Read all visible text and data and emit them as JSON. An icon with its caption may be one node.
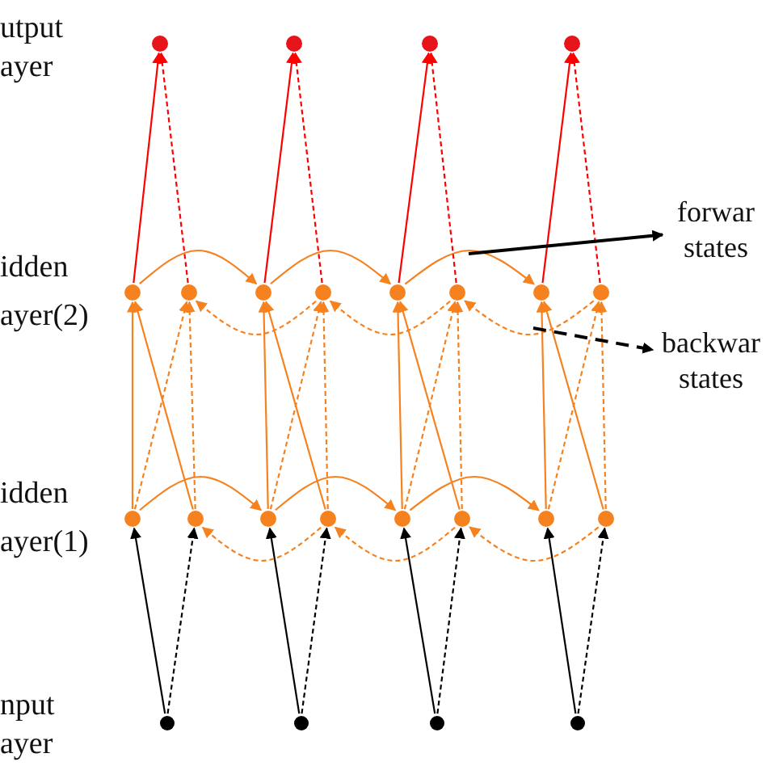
{
  "diagram": {
    "nodes": [
      {
        "text": [],
        "shape": "circle"
      },
      {
        "text": [],
        "shape": "circle"
      },
      {
        "text": [],
        "shape": "circle"
      },
      {
        "text": [],
        "shape": "circle"
      },
      {
        "text": [
          "forwar states"
        ]
      },
      {
        "text": [],
        "shape": "circle"
      },
      {
        "text": [],
        "shape": "circle"
      },
      {
        "text": [],
        "shape": "circle"
      },
      {
        "text": [],
        "shape": "circle"
      },
      {
        "text": [],
        "shape": "circle"
      },
      {
        "text": [],
        "shape": "circle"
      },
      {
        "text": [],
        "shape": "circle"
      },
      {
        "text": [],
        "shape": "circle"
      },
      {
        "text": [
          "backwar states"
        ]
      },
      {
        "text": [],
        "shape": "circle"
      },
      {
        "text": [],
        "shape": "circle"
      },
      {
        "text": [],
        "shape": "circle"
      },
      {
        "text": [],
        "shape": "circle"
      },
      {
        "text": [],
        "shape": "circle"
      },
      {
        "text": [],
        "shape": "circle"
      },
      {
        "text": [],
        "shape": "circle"
      },
      {
        "text": [],
        "shape": "circle"
      },
      {
        "text": [],
        "shape": "circle"
      },
      {
        "text": [],
        "shape": "circle"
      },
      {
        "text": [],
        "shape": "circle"
      },
      {
        "text": [],
        "shape": "circle"
      }
    ],
    "edges": [
      {
        "from": 22,
        "to": 14,
        "arrow": "to",
        "color": "#000000"
      },
      {
        "from": 22,
        "to": 15,
        "arrow": "to",
        "style": "dashed",
        "color": "#000000"
      },
      {
        "from": 23,
        "to": 16,
        "arrow": "to",
        "color": "#000000"
      },
      {
        "from": 23,
        "to": 17,
        "arrow": "to",
        "style": "dashed",
        "color": "#000000"
      },
      {
        "from": 24,
        "to": 18,
        "arrow": "to",
        "color": "#000000"
      },
      {
        "from": 24,
        "to": 19,
        "arrow": "to",
        "style": "dashed",
        "color": "#000000"
      },
      {
        "from": 25,
        "to": 20,
        "arrow": "to",
        "color": "#000000"
      },
      {
        "from": 25,
        "to": 21,
        "arrow": "to",
        "style": "dashed",
        "color": "#000000"
      },
      {
        "from": 14,
        "to": 16,
        "arrow": "to"
      },
      {
        "from": 16,
        "to": 18,
        "arrow": "to"
      },
      {
        "from": 18,
        "to": 20,
        "arrow": "to"
      },
      {
        "from": 21,
        "to": 19,
        "arrow": "to",
        "style": "dashed"
      },
      {
        "from": 19,
        "to": 17,
        "arrow": "to",
        "style": "dashed"
      },
      {
        "from": 17,
        "to": 15,
        "arrow": "to",
        "style": "dashed"
      },
      {
        "from": 14,
        "to": 5,
        "arrow": "to"
      },
      {
        "from": 15,
        "to": 5,
        "arrow": "to"
      },
      {
        "from": 14,
        "to": 6,
        "arrow": "to",
        "style": "dashed"
      },
      {
        "from": 15,
        "to": 6,
        "arrow": "to",
        "style": "dashed"
      },
      {
        "from": 16,
        "to": 7,
        "arrow": "to"
      },
      {
        "from": 17,
        "to": 7,
        "arrow": "to"
      },
      {
        "from": 16,
        "to": 8,
        "arrow": "to",
        "style": "dashed"
      },
      {
        "from": 17,
        "to": 8,
        "arrow": "to",
        "style": "dashed"
      },
      {
        "from": 18,
        "to": 9,
        "arrow": "to"
      },
      {
        "from": 19,
        "to": 9,
        "arrow": "to"
      },
      {
        "from": 18,
        "to": 10,
        "arrow": "to",
        "style": "dashed"
      },
      {
        "from": 19,
        "to": 10,
        "arrow": "to",
        "style": "dashed"
      },
      {
        "from": 20,
        "to": 11,
        "arrow": "to"
      },
      {
        "from": 21,
        "to": 11,
        "arrow": "to"
      },
      {
        "from": 20,
        "to": 12,
        "arrow": "to",
        "style": "dashed"
      },
      {
        "from": 21,
        "to": 12,
        "arrow": "to",
        "style": "dashed"
      },
      {
        "from": 5,
        "to": 7,
        "arrow": "to"
      },
      {
        "from": 7,
        "to": 9,
        "arrow": "to"
      },
      {
        "from": 9,
        "to": 11,
        "arrow": "to"
      },
      {
        "from": 12,
        "to": 10,
        "arrow": "to",
        "style": "dashed"
      },
      {
        "from": 10,
        "to": 8,
        "arrow": "to",
        "style": "dashed"
      },
      {
        "from": 8,
        "to": 6,
        "arrow": "to",
        "style": "dashed"
      },
      {
        "from": 5,
        "to": 0,
        "arrow": "to",
        "color": "#ff0000"
      },
      {
        "from": 6,
        "to": 0,
        "arrow": "to",
        "style": "dashed",
        "color": "#ff0000"
      },
      {
        "from": 7,
        "to": 1,
        "arrow": "to",
        "color": "#ff0000"
      },
      {
        "from": 8,
        "to": 1,
        "arrow": "to",
        "style": "dashed",
        "color": "#ff0000"
      },
      {
        "from": 9,
        "to": 2,
        "arrow": "to",
        "color": "#ff0000"
      },
      {
        "from": 10,
        "to": 2,
        "arrow": "to",
        "style": "dashed",
        "color": "#ff0000"
      },
      {
        "from": 11,
        "to": 3,
        "arrow": "to",
        "color": "#ff0000"
      },
      {
        "from": 12,
        "to": 3,
        "arrow": "to",
        "style": "dashed",
        "color": "#ff0000"
      },
      {
        "from": null,
        "to": 4,
        "arrow": "to",
        "color": "#000000"
      },
      {
        "from": null,
        "to": 13,
        "arrow": "to",
        "style": "dashed",
        "color": "#000000"
      }
    ],
    "labels": [
      "utput ayer",
      "idden ayer(2)",
      "idden ayer(1)",
      "nput ayer"
    ]
  }
}
